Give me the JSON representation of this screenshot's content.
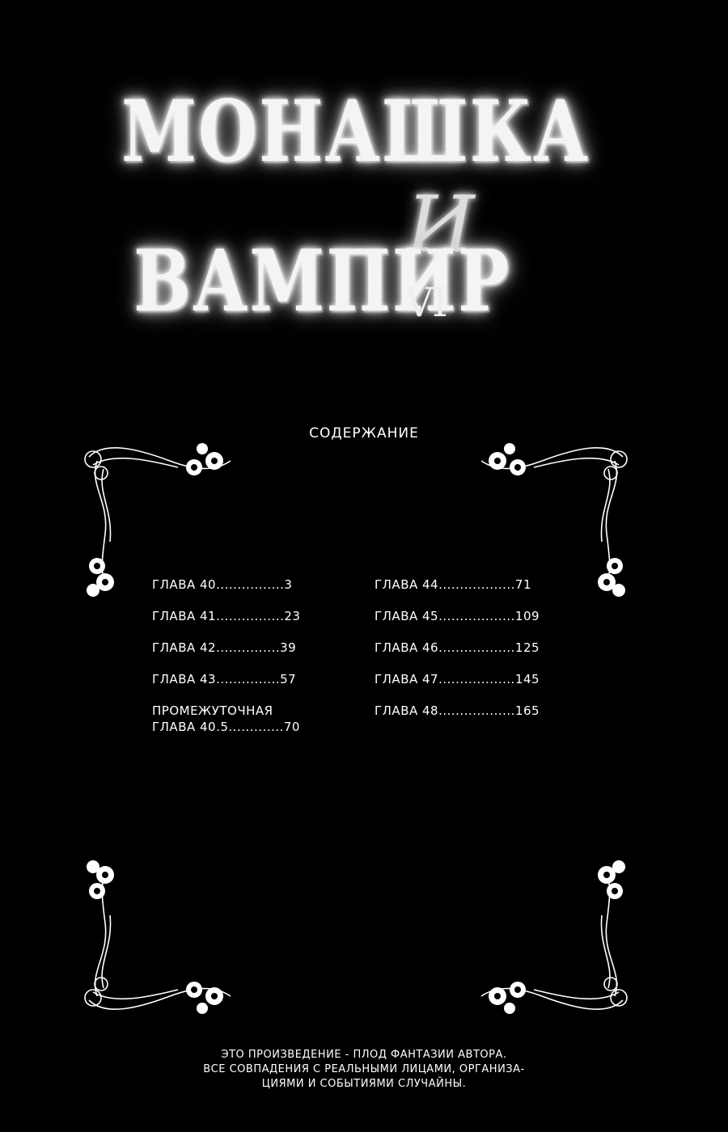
{
  "cover": {
    "title_line1": "МОНАШКА",
    "title_and": "И",
    "title_line2": "ВАМПИР",
    "volume": "VI"
  },
  "toc": {
    "heading": "СОДЕРЖАНИЕ",
    "left": [
      {
        "label": "ГЛАВА 40................3"
      },
      {
        "label": "ГЛАВА 41................23"
      },
      {
        "label": "ГЛАВА 42...............39"
      },
      {
        "label": "ГЛАВА 43...............57"
      },
      {
        "label_line1": "ПРОМЕЖУТОЧНАЯ",
        "label_line2": "ГЛАВА 40.5.............70"
      }
    ],
    "right": [
      {
        "label": "ГЛАВА 44..................71"
      },
      {
        "label": "ГЛАВА 45..................109"
      },
      {
        "label": "ГЛАВА 46..................125"
      },
      {
        "label": "ГЛАВА 47..................145"
      },
      {
        "label": "ГЛАВА 48..................165"
      }
    ]
  },
  "ornaments": {
    "top_left": "rose-vine-ornament",
    "top_right": "rose-vine-ornament",
    "bottom_left": "rose-vine-ornament",
    "bottom_right": "rose-vine-ornament"
  },
  "disclaimer": {
    "line1": "ЭТО ПРОИЗВЕДЕНИЕ - ПЛОД ФАНТАЗИИ АВТОРА.",
    "line2": "ВСЕ СОВПАДЕНИЯ С РЕАЛЬНЫМИ ЛИЦАМИ, ОРГАНИЗА-",
    "line3": "ЦИЯМИ И СОБЫТИЯМИ СЛУЧАЙНЫ."
  },
  "colors": {
    "background": "#000000",
    "text": "#ffffff",
    "glow": "#dddddd"
  }
}
